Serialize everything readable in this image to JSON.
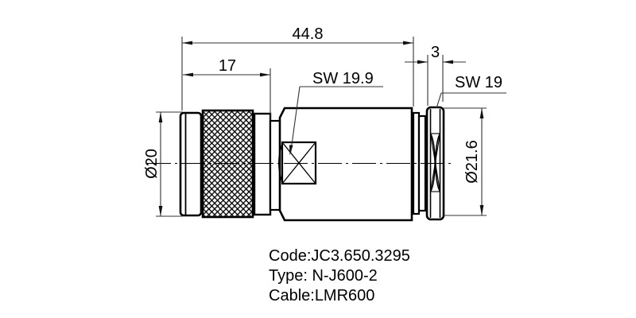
{
  "drawing": {
    "title": "N male connector technical drawing",
    "dimensions": {
      "overall_length": "44.8",
      "front_section_length": "17",
      "nut_thickness": "3",
      "body_wrench_size": "SW 19.9",
      "nut_wrench_size": "SW 19",
      "front_diameter": "Ø20",
      "nut_diameter": "Ø21.6"
    },
    "notes": {
      "code": "Code:JC3.650.3295",
      "type": "Type: N-J600-2",
      "cable": "Cable:LMR600"
    },
    "colors": {
      "part_line": "#000000",
      "dimension_line": "#333333",
      "background": "#ffffff"
    }
  }
}
